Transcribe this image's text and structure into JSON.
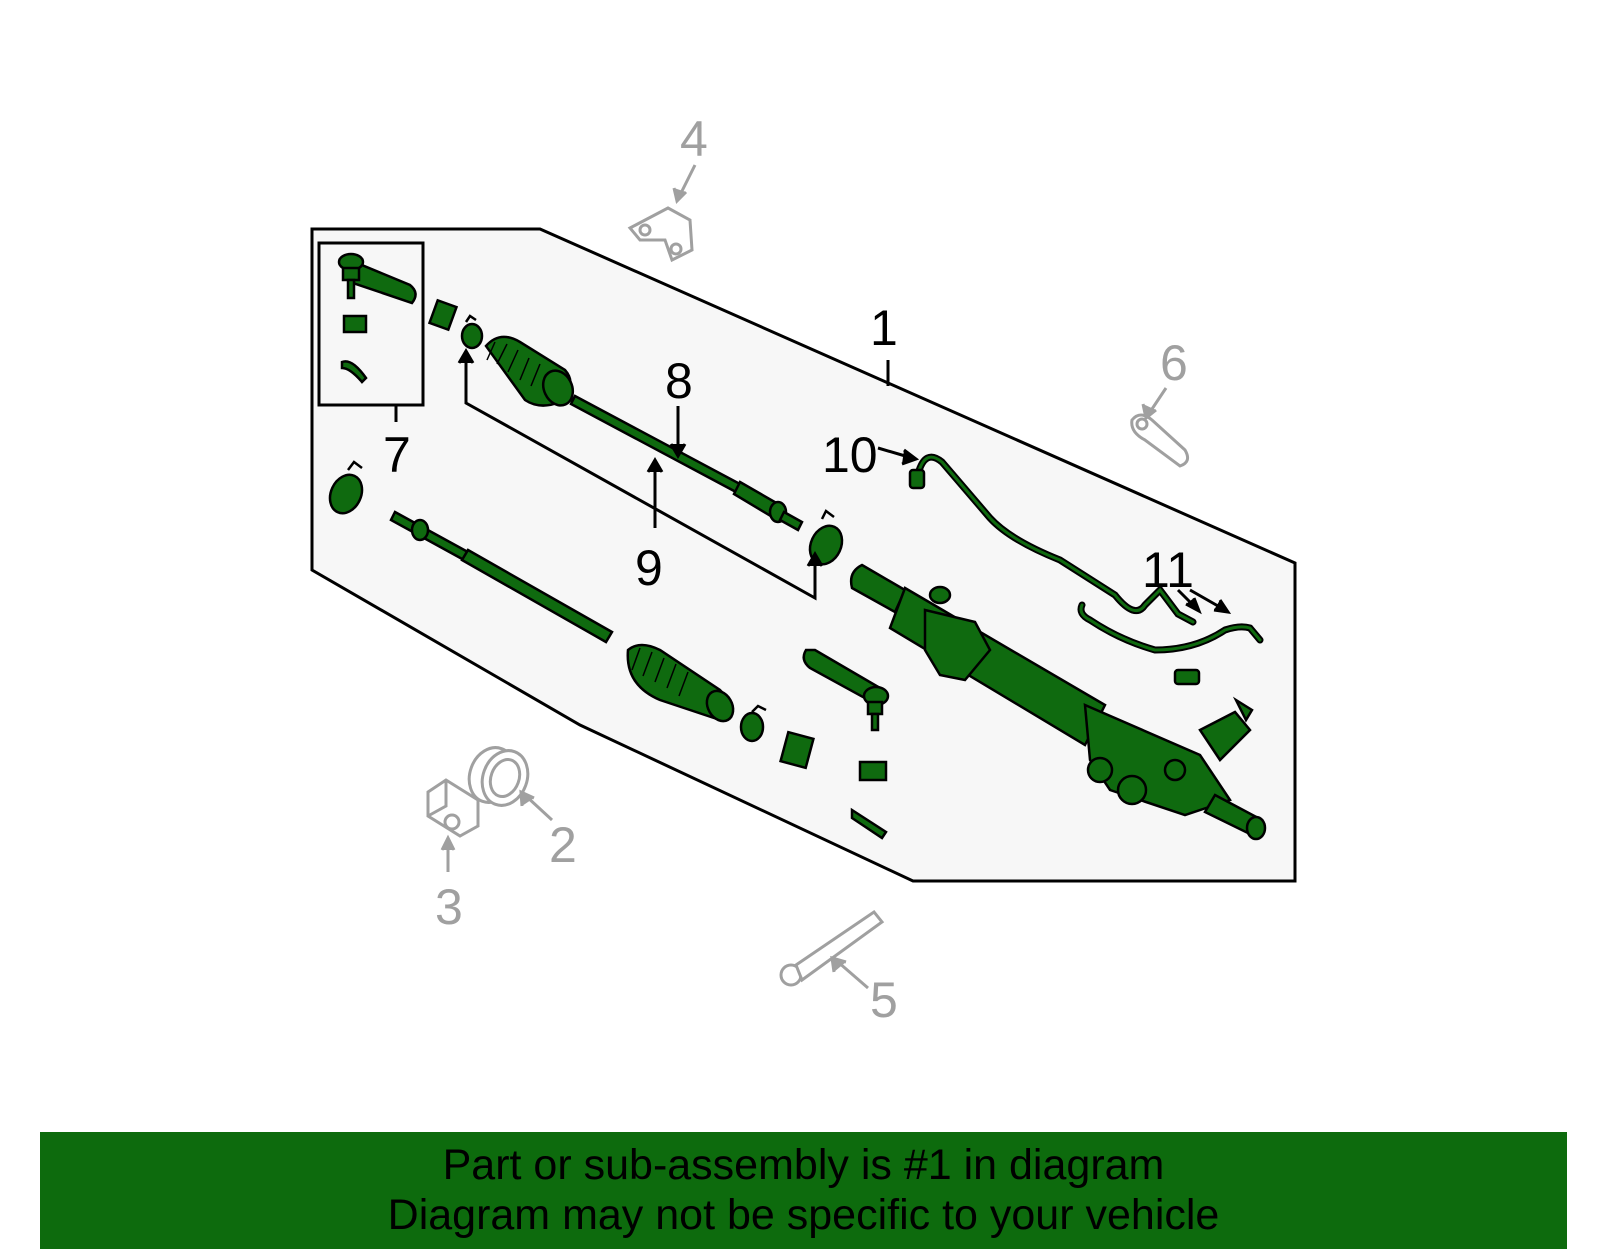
{
  "colors": {
    "part_fill": "#0f6a0f",
    "part_stroke": "#000000",
    "panel_fill": "#f7f7f7",
    "banner_fill": "#0d6b0d",
    "related_part_gray": "#a0a0a0"
  },
  "callouts": {
    "c1": "1",
    "c2": "2",
    "c3": "3",
    "c4": "4",
    "c5": "5",
    "c6": "6",
    "c7": "7",
    "c8": "8",
    "c9": "9",
    "c10": "10",
    "c11": "11"
  },
  "banner": {
    "line1": "Part or sub-assembly is #1 in diagram",
    "line2": "Diagram may not be specific to your vehicle"
  }
}
